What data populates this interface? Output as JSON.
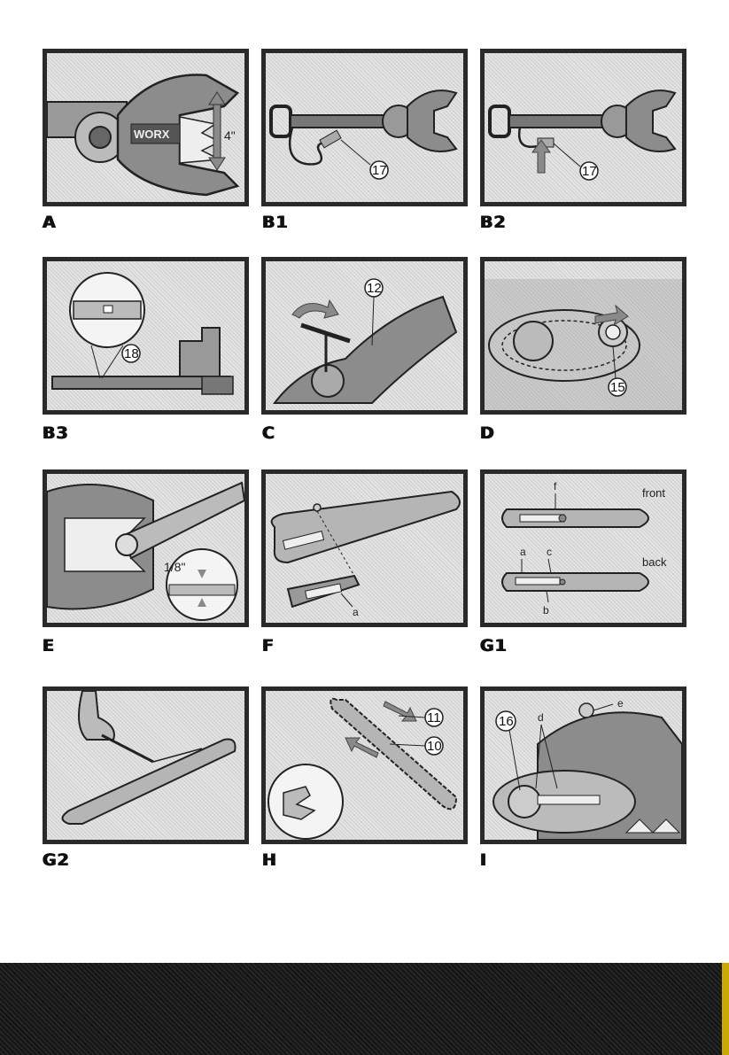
{
  "figures": [
    {
      "id": "A",
      "label": "A",
      "annotations": [
        "4\""
      ]
    },
    {
      "id": "B1",
      "label": "B1",
      "callouts": [
        "17"
      ]
    },
    {
      "id": "B2",
      "label": "B2",
      "callouts": [
        "17"
      ]
    },
    {
      "id": "B3",
      "label": "B3",
      "callouts": [
        "18"
      ]
    },
    {
      "id": "C",
      "label": "C",
      "callouts": [
        "12"
      ]
    },
    {
      "id": "D",
      "label": "D",
      "callouts": [
        "15"
      ]
    },
    {
      "id": "E",
      "label": "E",
      "annotations": [
        "1/8\""
      ]
    },
    {
      "id": "F",
      "label": "F",
      "letters": [
        "a"
      ]
    },
    {
      "id": "G1",
      "label": "G1",
      "letters": [
        "f",
        "a",
        "c",
        "b"
      ],
      "words": [
        "front",
        "back"
      ]
    },
    {
      "id": "G2",
      "label": "G2"
    },
    {
      "id": "H",
      "label": "H",
      "callouts": [
        "11",
        "10"
      ]
    },
    {
      "id": "I",
      "label": "I",
      "callouts": [
        "16"
      ],
      "letters": [
        "d",
        "e"
      ]
    }
  ],
  "brand": {
    "logo_text": "WORX"
  },
  "colors": {
    "frame": "#2a2a2a",
    "arrow": "#8a8a8a",
    "footer": "#1c1c1c",
    "edge": "#c9a800"
  }
}
